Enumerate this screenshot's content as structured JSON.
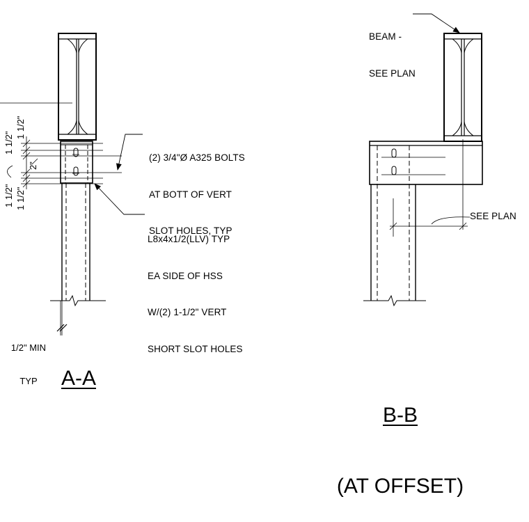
{
  "section_aa": {
    "title": "A-A",
    "bolt_note": [
      "(2) 3/4\"Ø A325 BOLTS",
      "AT BOTT OF VERT",
      "SLOT HOLES, TYP"
    ],
    "angle_note": [
      "L8x4x1/2(LLV) TYP",
      "EA SIDE OF HSS",
      "W/(2) 1-1/2\" VERT",
      "SHORT SLOT HOLES"
    ],
    "gap_note": [
      "1/2\" MIN",
      "TYP"
    ],
    "dims": {
      "upper_left": "1 1/2\"",
      "upper_right": "1 1/2\"",
      "middle": "2\"",
      "lower_left": "1 1/2\"",
      "lower_right": "1 1/2\""
    }
  },
  "section_bb": {
    "title_line1": "B-B",
    "title_line2": "(AT OFFSET)",
    "beam_note": [
      "BEAM -",
      "SEE PLAN"
    ],
    "see_plan": "SEE PLAN"
  }
}
